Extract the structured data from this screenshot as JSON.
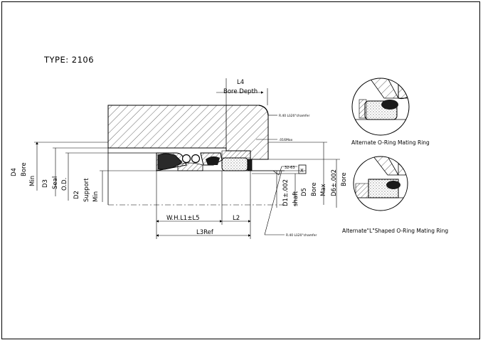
{
  "drawing": {
    "title": "TYPE: 2106",
    "labels": {
      "L4": "L4",
      "bore_depth": "Bore Depth",
      "chamfer_top": "R.40 Lö20°chamfer",
      "r_max": ".016Max",
      "finish": "32-63",
      "finish_symbol": "X",
      "D4": "D4",
      "D4_l1": "Bore",
      "D4_l2": "Min",
      "D3": "D3",
      "D3_l1": "Seal",
      "D3_l2": "O.D.",
      "D2": "D2",
      "D2_l1": "Support",
      "D2_l2": "Min",
      "D1": "D1±.002",
      "D1_l2": "shaft",
      "D5": "D5",
      "D5_l1": "Bore",
      "D5_l2": "Max",
      "D6": "D6±.002",
      "D6_l2": "Bore",
      "whl": "W.H.L1±L5",
      "L2": "L2",
      "L3": "L3Ref",
      "chamfer_bottom": "R.40 Lö20°chamfer"
    },
    "detail_views": {
      "upper_caption": "Alternate O-Ring Mating Ring",
      "lower_caption": "Alternate\"L\"Shaped O-Ring Mating Ring"
    }
  },
  "colors": {
    "ink": "#000000",
    "background": "#ffffff"
  }
}
